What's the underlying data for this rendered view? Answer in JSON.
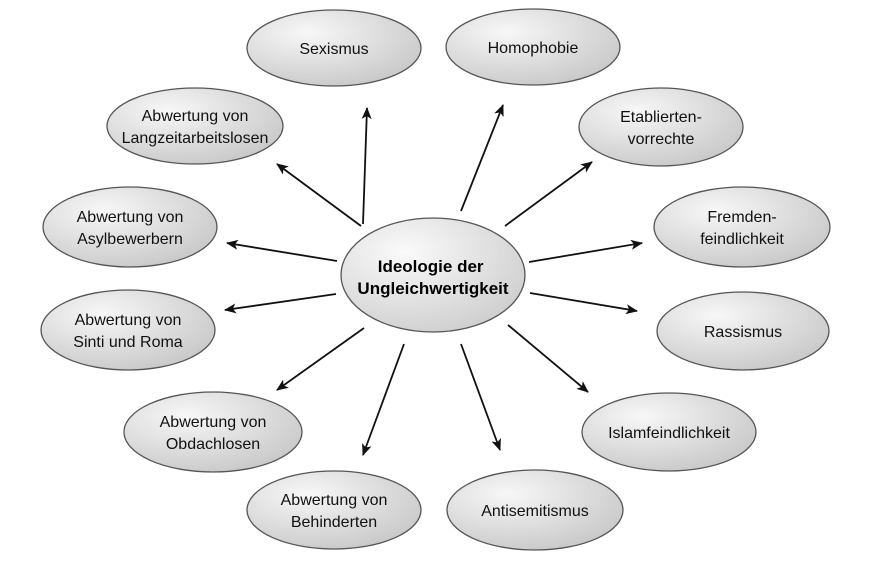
{
  "center": {
    "lines": [
      "Ideologie der",
      "Ungleichwertigkeit"
    ]
  },
  "nodes": [
    {
      "id": "sexismus",
      "lines": [
        "Sexismus"
      ]
    },
    {
      "id": "homophobie",
      "lines": [
        "Homophobie"
      ]
    },
    {
      "id": "etablierten-vorrechte",
      "lines": [
        "Etablierten-",
        "vorrechte"
      ]
    },
    {
      "id": "fremdenfeindlichkeit",
      "lines": [
        "Fremden-",
        "feindlichkeit"
      ]
    },
    {
      "id": "rassismus",
      "lines": [
        "Rassismus"
      ]
    },
    {
      "id": "islamfeindlichkeit",
      "lines": [
        "Islamfeindlichkeit"
      ]
    },
    {
      "id": "antisemitismus",
      "lines": [
        "Antisemitismus"
      ]
    },
    {
      "id": "abwertung-behinderten",
      "lines": [
        "Abwertung von",
        "Behinderten"
      ]
    },
    {
      "id": "abwertung-obdachlosen",
      "lines": [
        "Abwertung von",
        "Obdachlosen"
      ]
    },
    {
      "id": "abwertung-sinti-roma",
      "lines": [
        "Abwertung von",
        "Sinti und Roma"
      ]
    },
    {
      "id": "abwertung-asylbewerbern",
      "lines": [
        "Abwertung von",
        "Asylbewerbern"
      ]
    },
    {
      "id": "abwertung-langzeitarbeitslosen",
      "lines": [
        "Abwertung von",
        "Langzeitarbeitslosen"
      ]
    }
  ],
  "colors": {
    "node_fill_light": "#f7f7f7",
    "node_fill_dark": "#c9c9c9",
    "outline": "#555555",
    "arrow": "#111111"
  }
}
